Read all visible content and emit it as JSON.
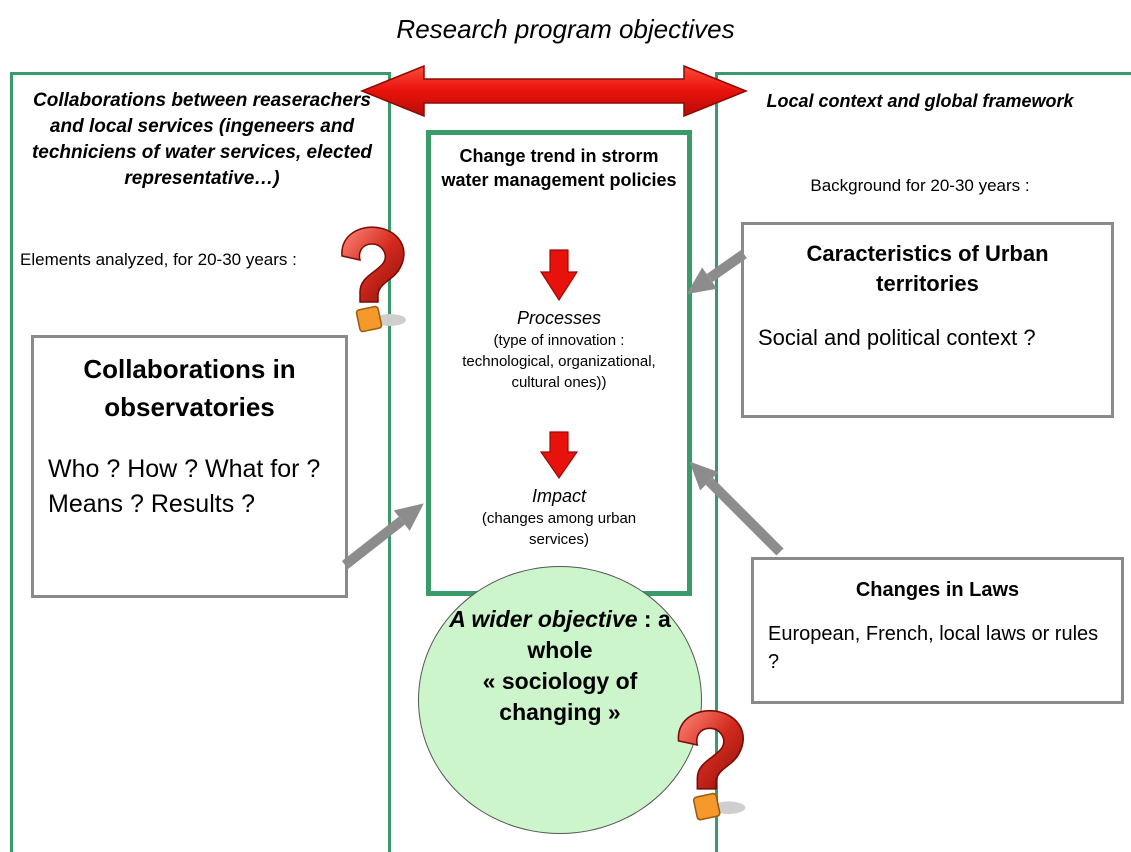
{
  "title": "Research program objectives",
  "left": {
    "heading": "Collaborations between reaserachers and local services (ingeneers and techniciens of water services, elected representative…)",
    "elements_text": "Elements analyzed, for 20-30 years :",
    "box_title": "Collaborations in observatories",
    "box_body": "Who ? How ? What for ? Means ? Results ?"
  },
  "center": {
    "title": "Change trend in strorm water management policies",
    "processes_label": "Processes",
    "processes_detail": "(type of innovation : technological, organizational, cultural ones))",
    "impact_label": "Impact",
    "impact_detail": "(changes among urban services)"
  },
  "circle": {
    "italic": "A wider objective",
    "rest1": " : a whole",
    "rest2": "« sociology of changing »"
  },
  "right": {
    "heading": "Local context and global framework",
    "background_text": "Background for 20-30 years :",
    "box1_title": "Caracteristics of Urban territories",
    "box1_body": "Social and political context ?",
    "box2_title": "Changes in Laws",
    "box2_body": "European, French, local laws or rules ?"
  },
  "colors": {
    "frame_green": "#3a9a6a",
    "arrow_red": "#e8120c",
    "arrow_grey": "#8c8c8c",
    "circle_fill": "#ccf5cc",
    "question_red": "#d42a1e",
    "question_orange": "#f59a2a"
  },
  "icons": [
    "question-mark-icon",
    "question-mark-icon"
  ]
}
